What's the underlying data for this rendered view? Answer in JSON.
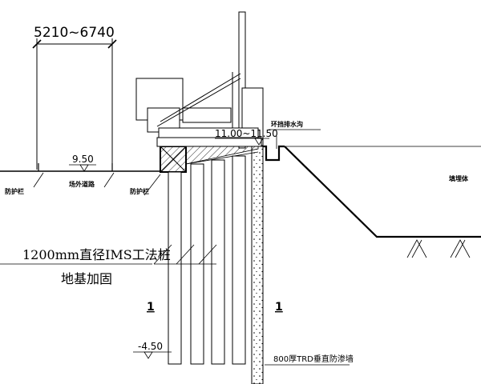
{
  "dimensions": {
    "span_label": "5210~6740",
    "level_road": "9.50",
    "level_top": "11.00~11.50",
    "level_pile_toe": "-4.50"
  },
  "notes": {
    "guardrail_left": "防护栏",
    "guardrail_mid": "防护栏",
    "site_road": "场外道路",
    "drain_ditch": "环挡排水沟",
    "fill_embankment": "填埋体",
    "pile_spec": "1200mm直径IMS工法桩",
    "pile_purpose": "地基加固",
    "trd_wall": "800厚TRD垂直防渗墙"
  },
  "sections": {
    "left_mark": "1",
    "right_mark": "1"
  }
}
